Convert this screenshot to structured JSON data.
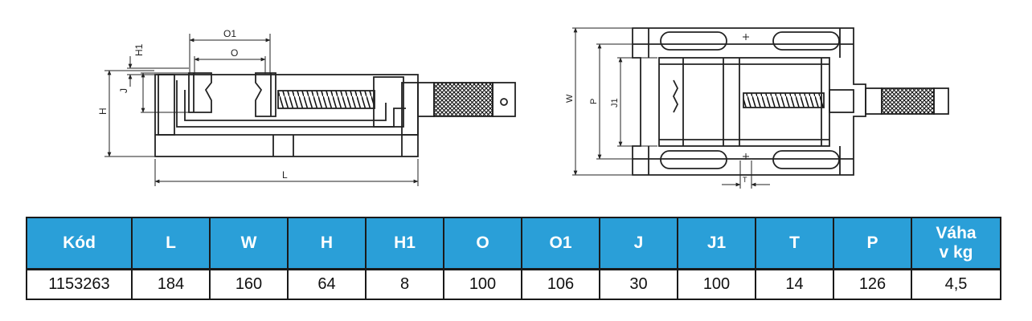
{
  "drawing": {
    "side_view_labels": {
      "o1": "O1",
      "o": "O",
      "h1": "H1",
      "j": "J",
      "h": "H",
      "l": "L"
    },
    "top_view_labels": {
      "w": "W",
      "p": "P",
      "j1": "J1",
      "t": "T"
    }
  },
  "table": {
    "headers": [
      "Kód",
      "L",
      "W",
      "H",
      "H1",
      "O",
      "O1",
      "J",
      "J1",
      "T",
      "P"
    ],
    "weight_header_line1": "Váha",
    "weight_header_line2": "v kg",
    "row": [
      "1153263",
      "184",
      "160",
      "64",
      "8",
      "100",
      "106",
      "30",
      "100",
      "14",
      "126",
      "4,5"
    ]
  },
  "colors": {
    "header_bg": "#2a9fd8",
    "header_text": "#ffffff",
    "border": "#1a1a1a"
  }
}
